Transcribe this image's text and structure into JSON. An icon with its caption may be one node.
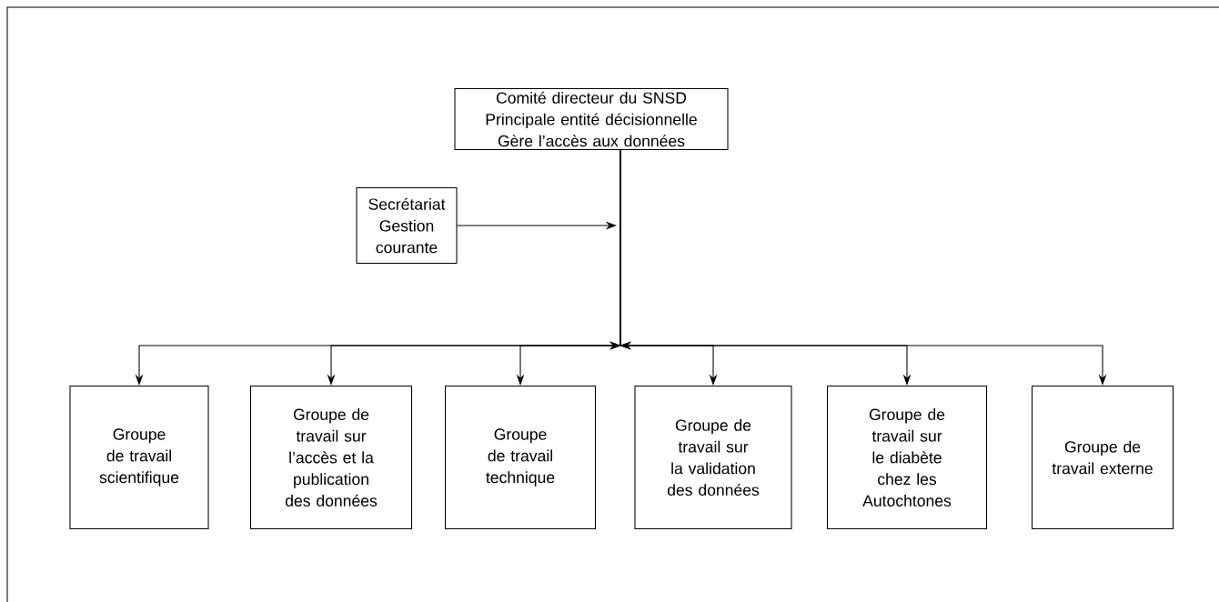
{
  "diagram": {
    "nodes": [
      {
        "text": [
          "Comité directeur du SNSD",
          "Principale entité décisionnelle",
          "Gère l’accès aux données"
        ]
      },
      {
        "text": [
          "Secrétariat",
          "Gestion courante"
        ]
      },
      {
        "text": [
          "Groupe de travail scientifique"
        ]
      },
      {
        "text": [
          "Groupe de travail sur l’accès et la publication des données"
        ]
      },
      {
        "text": [
          "Groupe de travail technique"
        ]
      },
      {
        "text": [
          "Groupe de travail sur la validation des données"
        ]
      },
      {
        "text": [
          "Groupe de travail sur le diabète chez les Autochtones"
        ]
      },
      {
        "text": [
          "Groupe de travail externe"
        ]
      }
    ],
    "edges": [
      {
        "from": 1,
        "to": null,
        "arrow": "to"
      },
      {
        "from": 0,
        "to": 2,
        "arrow": "to"
      },
      {
        "from": 0,
        "to": 3,
        "arrow": "to"
      },
      {
        "from": 0,
        "to": 4,
        "arrow": "to"
      },
      {
        "from": 0,
        "to": 5,
        "arrow": "to"
      },
      {
        "from": 0,
        "to": 6,
        "arrow": "to"
      },
      {
        "from": 0,
        "to": 7,
        "arrow": "to"
      }
    ]
  }
}
